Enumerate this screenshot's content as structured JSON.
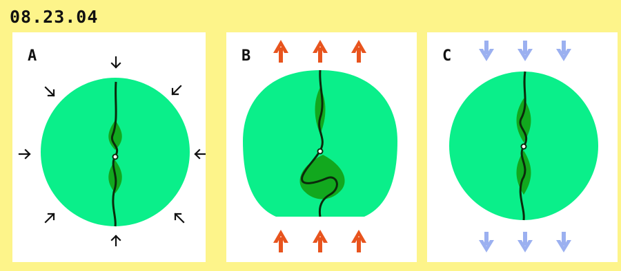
{
  "header": {
    "date": "08.23.04"
  },
  "panels": [
    {
      "label": "A",
      "arrow_color": "#111111",
      "arrow_direction": "inward"
    },
    {
      "label": "B",
      "arrow_color": "#e8541e",
      "arrow_direction": "up"
    },
    {
      "label": "C",
      "arrow_color": "#9bb0f0",
      "arrow_direction": "down"
    }
  ],
  "colors": {
    "background": "#fdf48a",
    "panel": "#ffffff",
    "body": "#0aef8a",
    "lobe": "#12a81e",
    "line": "#0b2a0b"
  }
}
